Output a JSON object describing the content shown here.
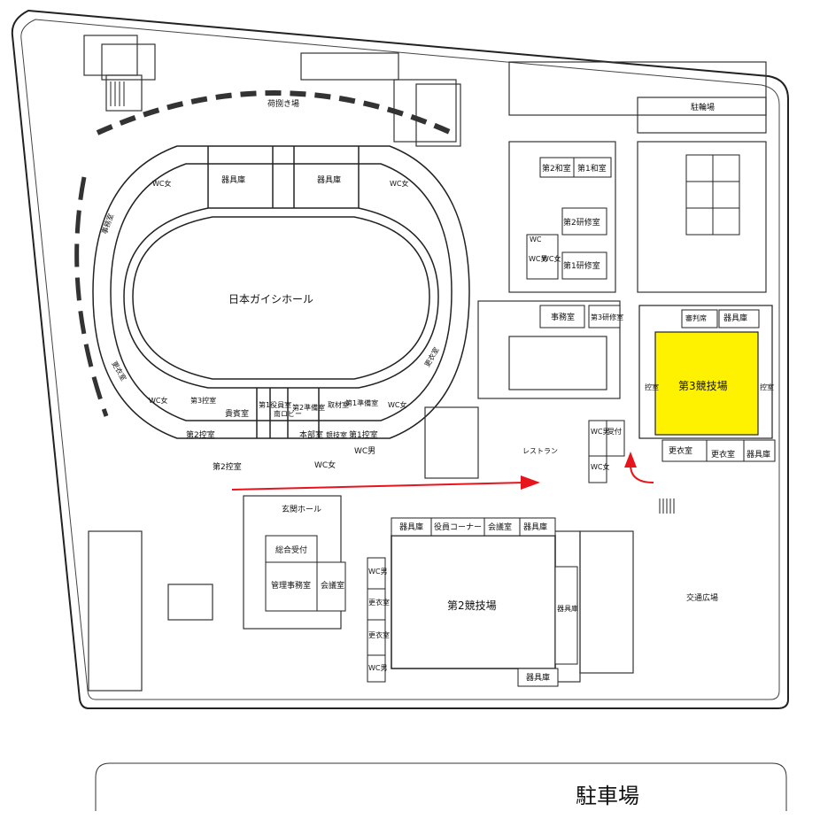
{
  "map": {
    "title_parking_bottom": "駐車場",
    "highlight_color": "#FFF200",
    "route_color": "#E8141B",
    "labels": {
      "nishiki": "荷捌き場",
      "main_hall": "日本ガイシホール",
      "kigu_nw": "器具庫",
      "kigu_ne": "器具庫",
      "wc_left": "WC女",
      "wc_right": "WC女",
      "jimu_left": "事務室",
      "koui_left": "更衣室",
      "koui_right": "更衣室",
      "wc_ll": "WC女",
      "wc_lr": "WC女",
      "dai3_hikae": "第3控室",
      "kihin": "貴賓室",
      "dai1_yakuin": "第1役員室",
      "minami_lobby": "南ロビー",
      "dai2_junbi": "第2準備室",
      "honbu": "本部室",
      "shuzai": "取材室",
      "dai1_junbi": "第1準備室",
      "kyougi": "競技室",
      "dai1_hikae": "第1控室",
      "dai2_hikae_a": "第2控室",
      "dai2_hikae_b": "第2控室",
      "wc_f": "WC女",
      "wc_m": "WC男",
      "genkan": "玄関ホール",
      "restaurant": "レストラン",
      "parking_top": "駐輪場",
      "dai2_wa": "第2和室",
      "dai1_wa": "第1和室",
      "dai2_kenshu": "第2研修室",
      "dai1_kenshu": "第1研修室",
      "jimushitsu": "事務室",
      "dai3_kenshu": "第3研修室",
      "wc_small": "WC",
      "wc_vm": "WC男",
      "wc_vf": "WC女",
      "shinpan": "審判席",
      "kigu_3": "器具庫",
      "arena3": "第3競技場",
      "hikae_l": "控室",
      "hikae_r": "控室",
      "wc_men_r": "WC男",
      "uketsuke": "受付",
      "wc_fem_r": "WC女",
      "koui_a": "更衣室",
      "koui_b": "更衣室",
      "kigu_c": "器具庫",
      "kigu_d": "器具庫",
      "yakuin_corner": "役員コーナー",
      "kaigi_a": "会議室",
      "kigu_e": "器具庫",
      "sougou": "総合受付",
      "kanri": "管理事務室",
      "kaigi_b": "会議室",
      "wc_male_v": "WC男",
      "koui_v1": "更衣室",
      "koui_v2": "更衣室",
      "wc_v3": "WC男",
      "arena2": "第2競技場",
      "kigu_v": "器具庫",
      "kigu_f": "器具庫",
      "koutsu": "交通広場"
    }
  }
}
